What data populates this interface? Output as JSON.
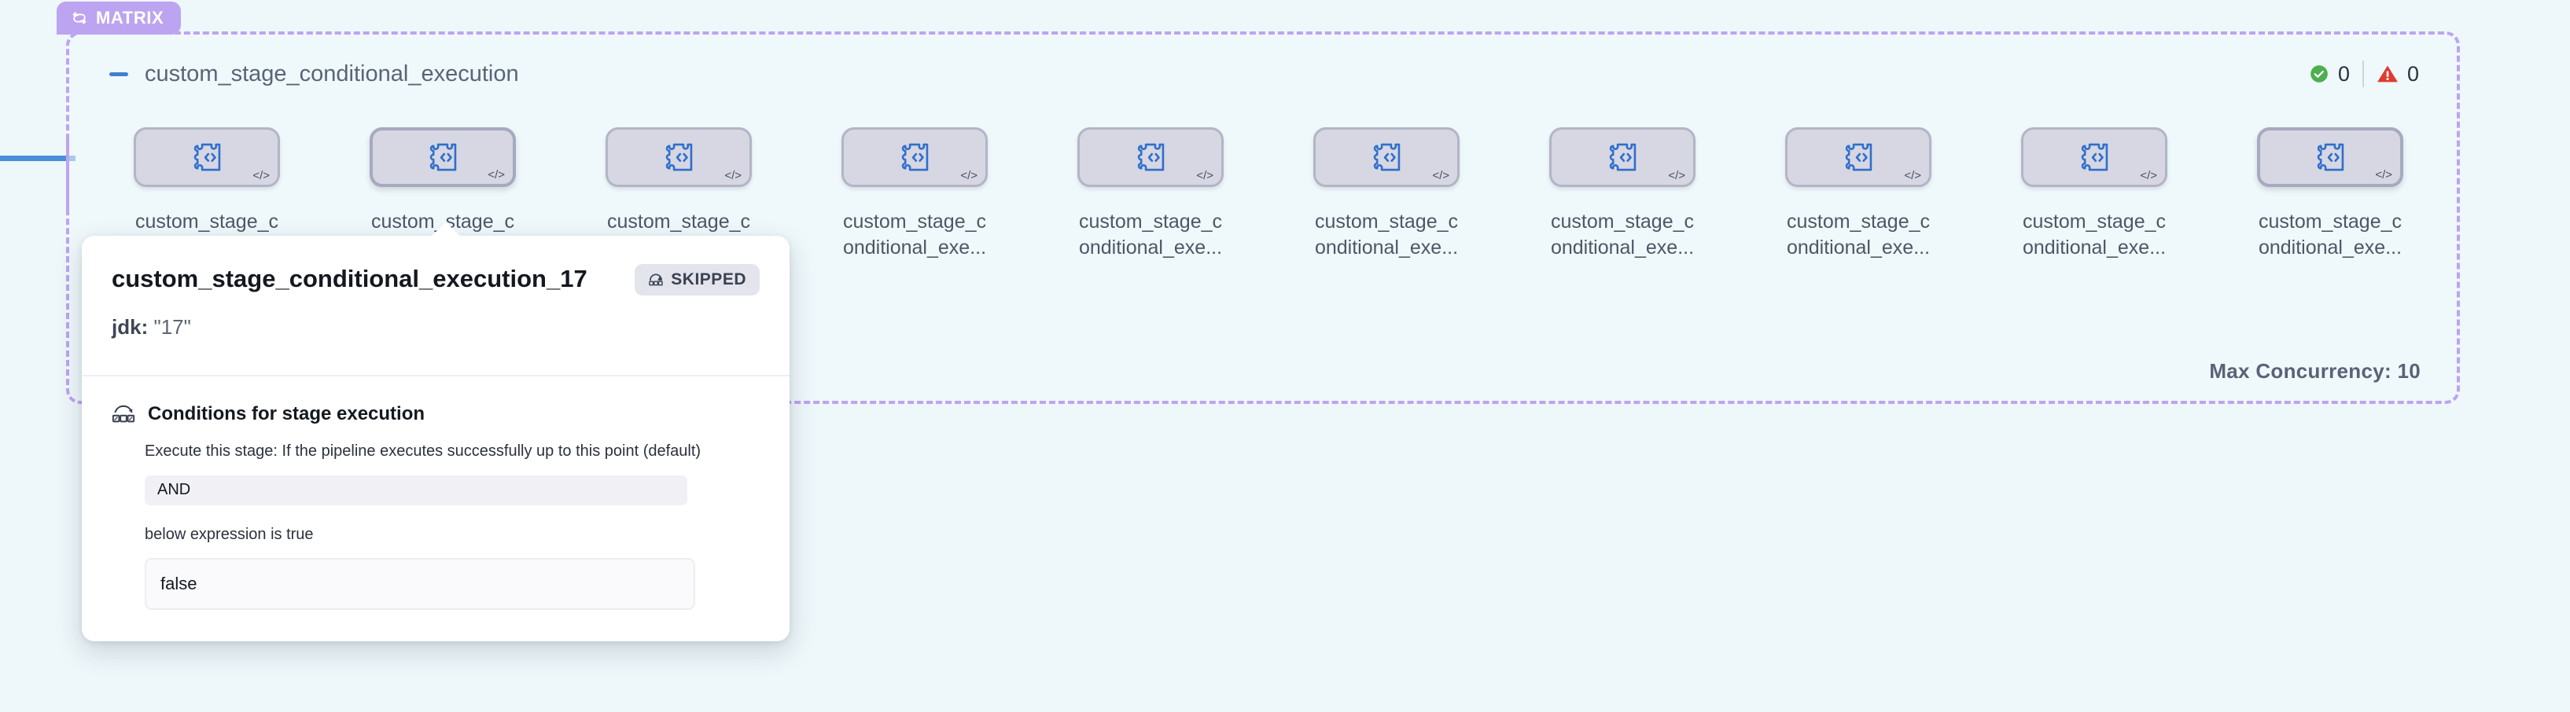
{
  "matrix": {
    "badge_label": "MATRIX",
    "badge_icon": "loop-icon",
    "badge_color": "#bda4f0",
    "group_title": "custom_stage_conditional_execution",
    "collapse_icon": "minus-icon",
    "max_concurrency_label": "Max Concurrency: 10",
    "status": {
      "success_icon": "check-circle-icon",
      "success_count": "0",
      "success_color": "#4caf50",
      "warning_icon": "warning-triangle-icon",
      "warning_count": "0",
      "warning_color": "#e03b2f"
    }
  },
  "nodes": [
    {
      "label": "custom_stage_conditional_exe...",
      "icon": "custom-stage-code-icon",
      "badge_icon": "code-tag-icon",
      "selected": false
    },
    {
      "label": "custom_stage_conditional_exe...",
      "icon": "custom-stage-code-icon",
      "badge_icon": "code-tag-icon",
      "selected": true
    },
    {
      "label": "custom_stage_conditional_exe...",
      "icon": "custom-stage-code-icon",
      "badge_icon": "code-tag-icon",
      "selected": false
    },
    {
      "label": "custom_stage_conditional_exe...",
      "icon": "custom-stage-code-icon",
      "badge_icon": "code-tag-icon",
      "selected": false
    },
    {
      "label": "custom_stage_conditional_exe...",
      "icon": "custom-stage-code-icon",
      "badge_icon": "code-tag-icon",
      "selected": false
    },
    {
      "label": "custom_stage_conditional_exe...",
      "icon": "custom-stage-code-icon",
      "badge_icon": "code-tag-icon",
      "selected": false
    },
    {
      "label": "custom_stage_conditional_exe...",
      "icon": "custom-stage-code-icon",
      "badge_icon": "code-tag-icon",
      "selected": false
    },
    {
      "label": "custom_stage_conditional_exe...",
      "icon": "custom-stage-code-icon",
      "badge_icon": "code-tag-icon",
      "selected": false
    },
    {
      "label": "custom_stage_conditional_exe...",
      "icon": "custom-stage-code-icon",
      "badge_icon": "code-tag-icon",
      "selected": false
    },
    {
      "label": "custom_stage_conditional_exe...",
      "icon": "custom-stage-code-icon",
      "badge_icon": "code-tag-icon",
      "selected": true
    }
  ],
  "tooltip": {
    "title": "custom_stage_conditional_execution_17",
    "status_badge": "SKIPPED",
    "status_badge_icon": "skip-icon",
    "param_key": "jdk:",
    "param_value": "\"17\"",
    "conditions_icon": "conditions-stages-icon",
    "conditions_title": "Conditions for stage execution",
    "execute_description": "Execute this stage: If the pipeline executes successfully up to this point (default)",
    "operator_value": "AND",
    "expression_label": "below expression is true",
    "expression_value": "false"
  }
}
